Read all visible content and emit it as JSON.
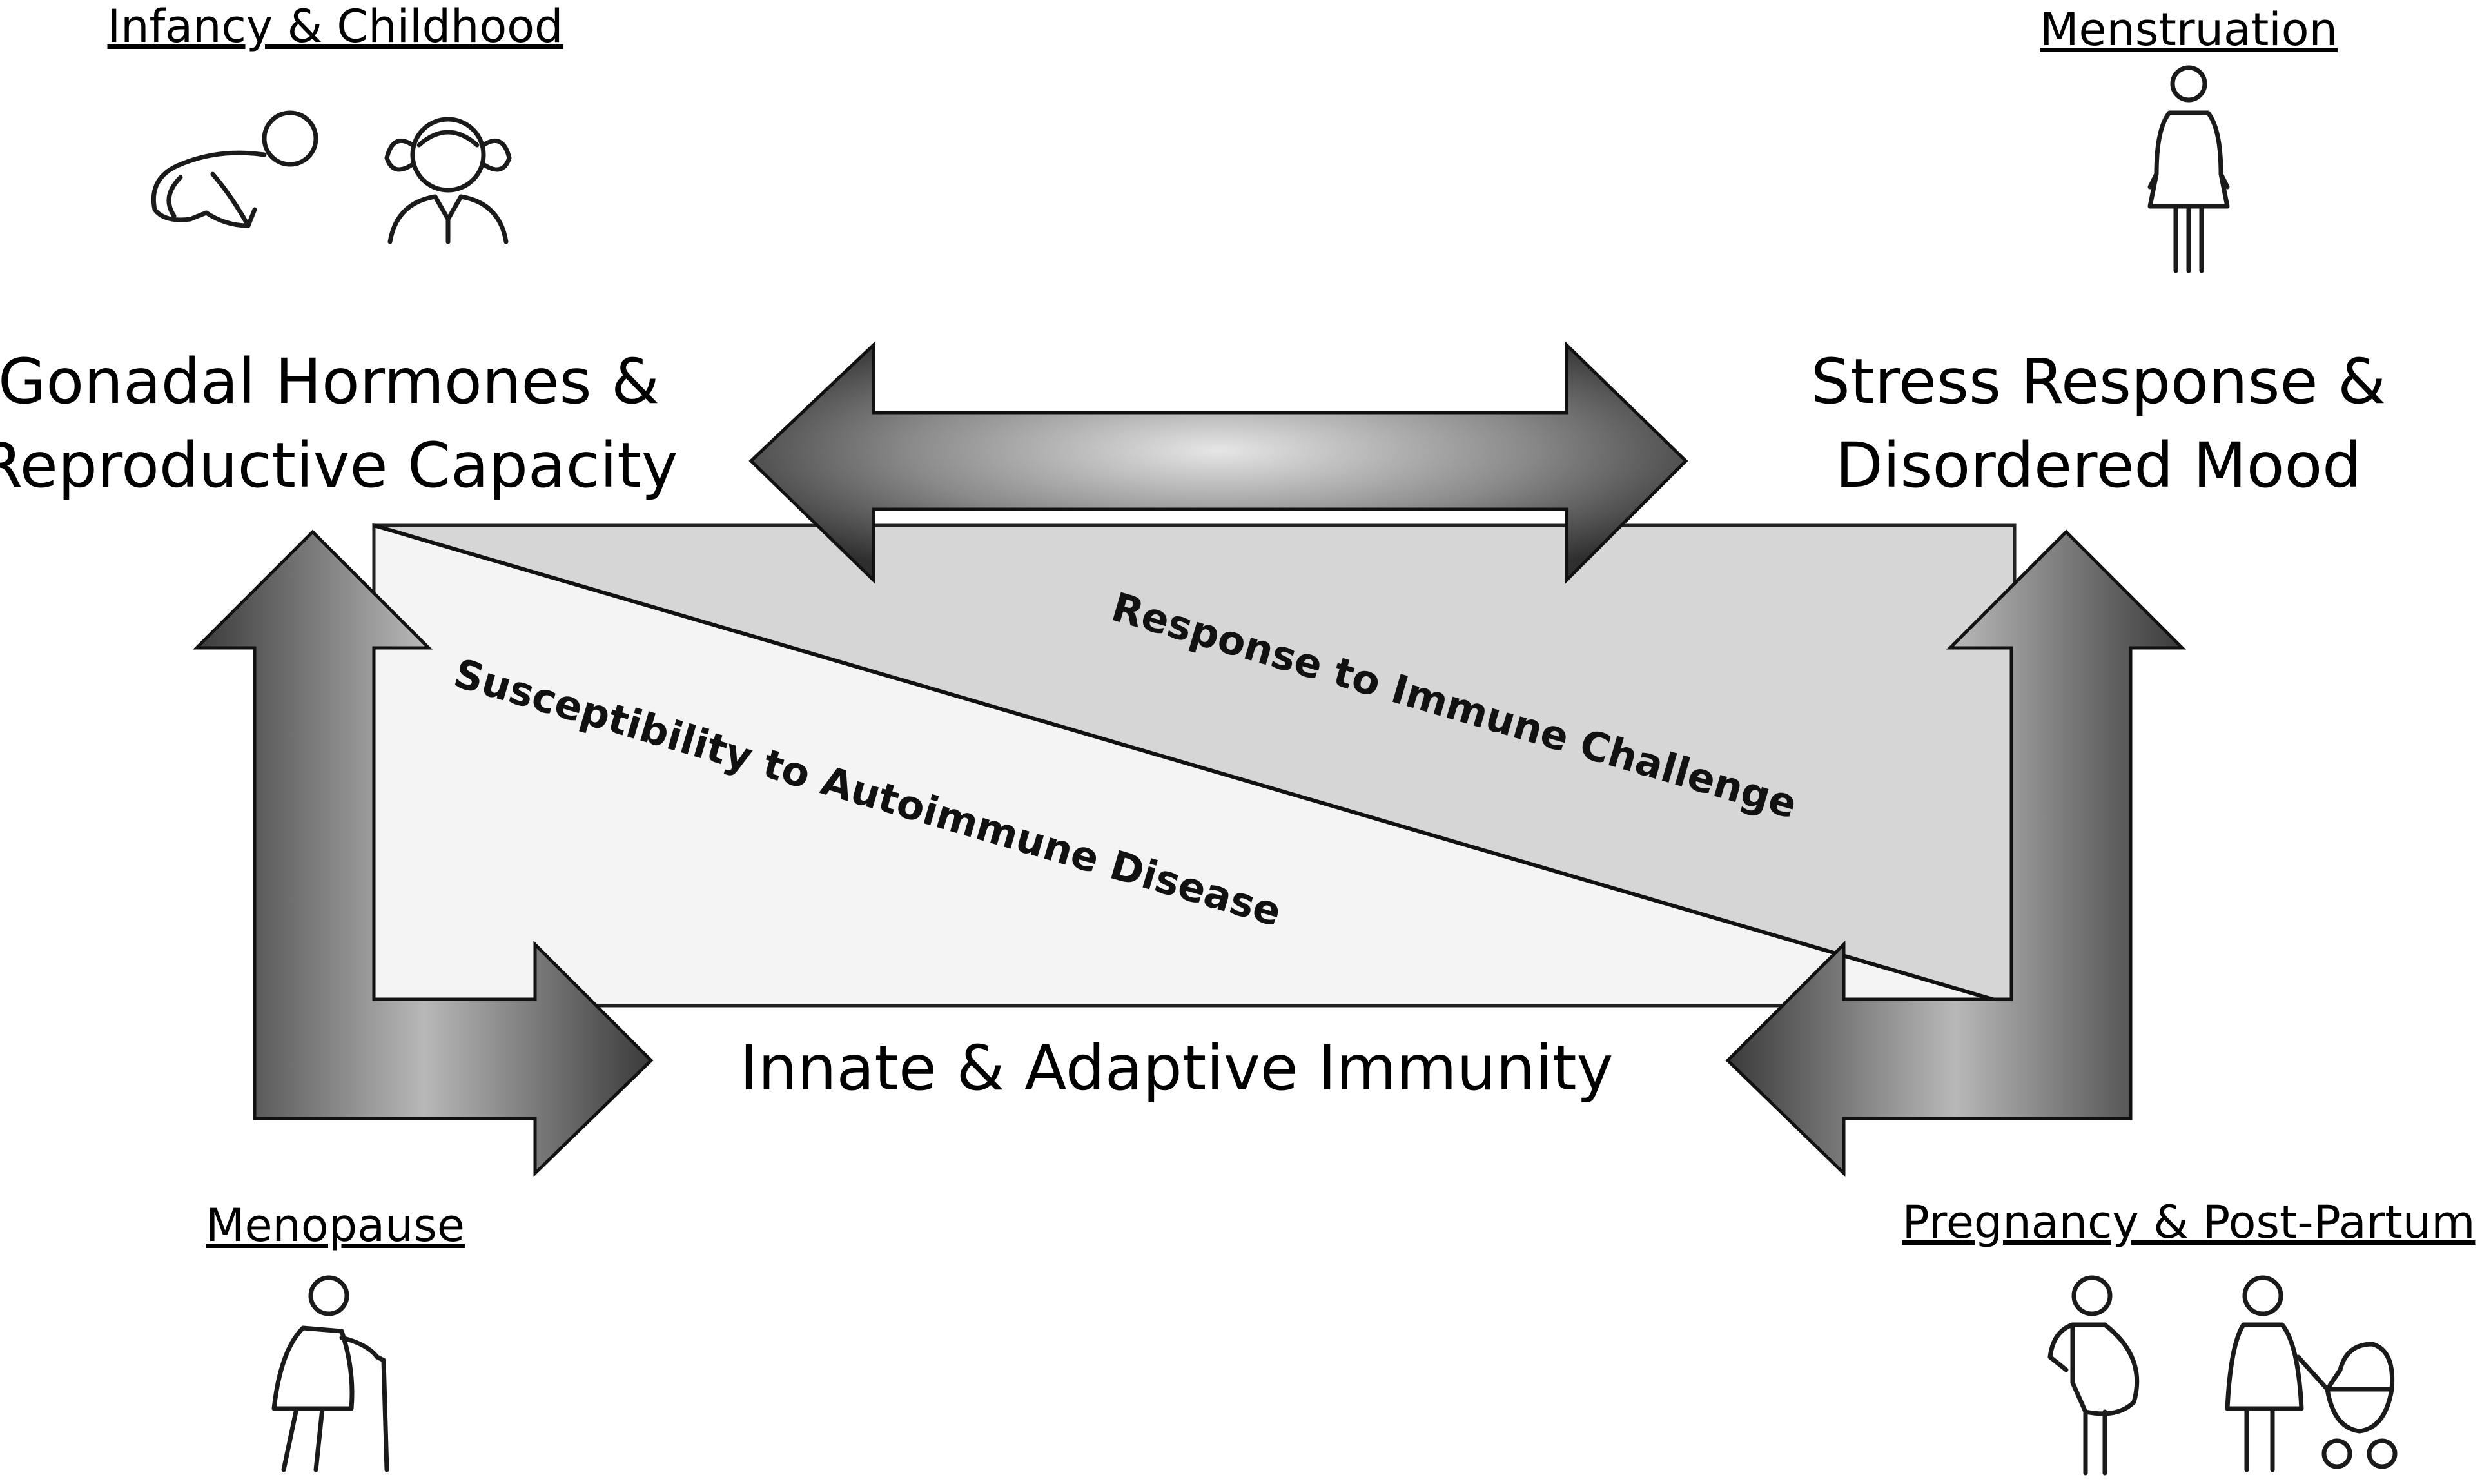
{
  "life_stages": {
    "infancy": "Infancy & Childhood",
    "menstruation": "Menstruation",
    "menopause": "Menopause",
    "pregnancy": "Pregnancy & Post-Partum"
  },
  "nodes": {
    "gonadal_line1": "Gonadal Hormones &",
    "gonadal_line2": "Reproductive Capacity",
    "stress_line1": "Stress Response &",
    "stress_line2": "Disordered Mood",
    "immunity": "Innate & Adaptive Immunity"
  },
  "regions": {
    "upper": "Response to Immune Challenge",
    "lower": "Susceptibility to Autoimmune Disease"
  },
  "icons": [
    "crawling-baby-icon",
    "girl-icon",
    "woman-icon",
    "elderly-woman-with-cane-icon",
    "pregnant-woman-icon",
    "woman-with-stroller-icon"
  ]
}
